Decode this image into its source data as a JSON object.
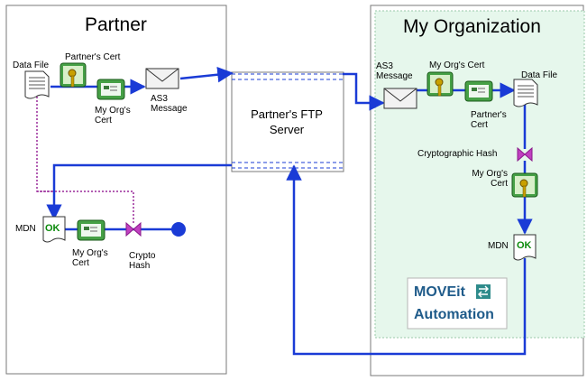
{
  "partner": {
    "title": "Partner",
    "data_file": "Data File",
    "partners_cert": "Partner's Cert",
    "my_orgs_cert": "My Org's Cert",
    "as3_message": "AS3 Message",
    "mdn": "MDN",
    "mdn_ok": "OK",
    "mdn_cert": "My Org's Cert",
    "crypto_hash": "Crypto Hash"
  },
  "ftp": {
    "label": "Partner's FTP Server"
  },
  "org": {
    "title": "My Organization",
    "as3_message": "AS3 Message",
    "my_orgs_cert": "My Org's Cert",
    "data_file": "Data File",
    "partners_cert": "Partner's Cert",
    "crypto_hash": "Cryptographic Hash",
    "my_orgs_cert_2": "My Org's Cert",
    "mdn": "MDN",
    "mdn_ok": "OK"
  },
  "product": {
    "line1": "MOVEit",
    "line2": "Automation"
  },
  "colors": {
    "flow": "#1a3bd6",
    "dotted": "#9a2a9a",
    "org_fill": "#e6f7ec",
    "ok": "#0a8a0a",
    "brand": "#1f5b8a"
  }
}
